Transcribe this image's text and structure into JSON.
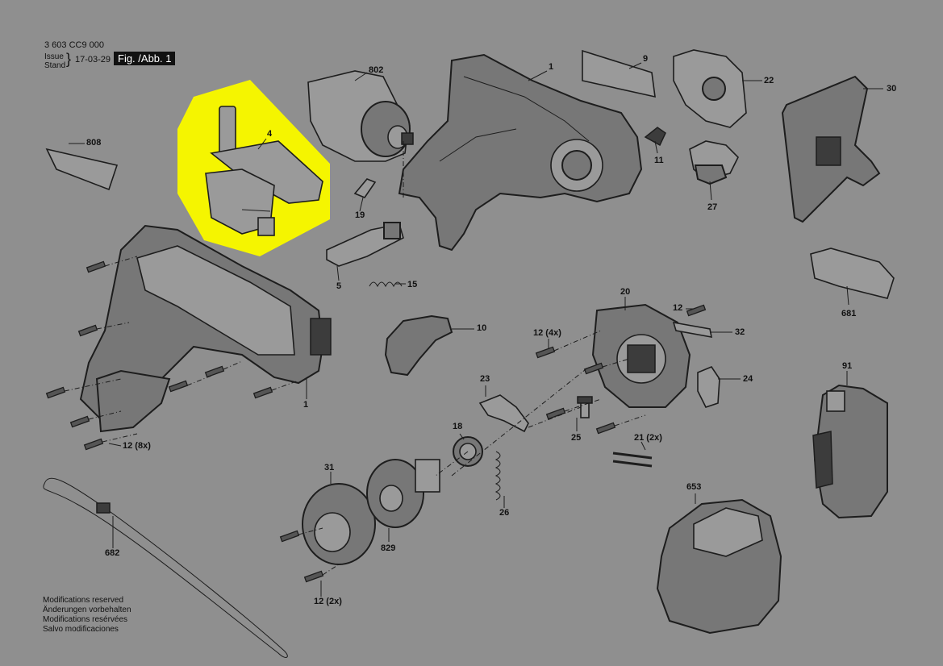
{
  "header": {
    "doc_number": "3 603 CC9 000",
    "issue_label_en": "Issue",
    "issue_label_de": "Stand",
    "date": "17-03-29",
    "figure": "Fig. /Abb. 1"
  },
  "labels": {
    "p802": "802",
    "p1_top": "1",
    "p9": "9",
    "p22": "22",
    "p30": "30",
    "p808": "808",
    "p4": "4",
    "p11": "11",
    "p27": "27",
    "p19": "19",
    "p5": "5",
    "p15": "15",
    "p681": "681",
    "p20": "20",
    "p12a": "12",
    "p32": "32",
    "p10": "10",
    "p12_4x": "12 (4x)",
    "p24": "24",
    "p1_bottom": "1",
    "p23": "23",
    "p91": "91",
    "p25": "25",
    "p18": "18",
    "p12_8x": "12 (8x)",
    "p21_2x": "21 (2x)",
    "p31": "31",
    "p653": "653",
    "p26": "26",
    "p682": "682",
    "p829": "829",
    "p12_2x": "12 (2x)"
  },
  "footer": {
    "line1": "Modifications reserved",
    "line2": "Änderungen vorbehalten",
    "line3": "Modifications resérvées",
    "line4": "Salvo modificaciones"
  },
  "colors": {
    "background": "#8f8f8f",
    "highlight": "#f5f500",
    "ink": "#1d1d1d"
  }
}
